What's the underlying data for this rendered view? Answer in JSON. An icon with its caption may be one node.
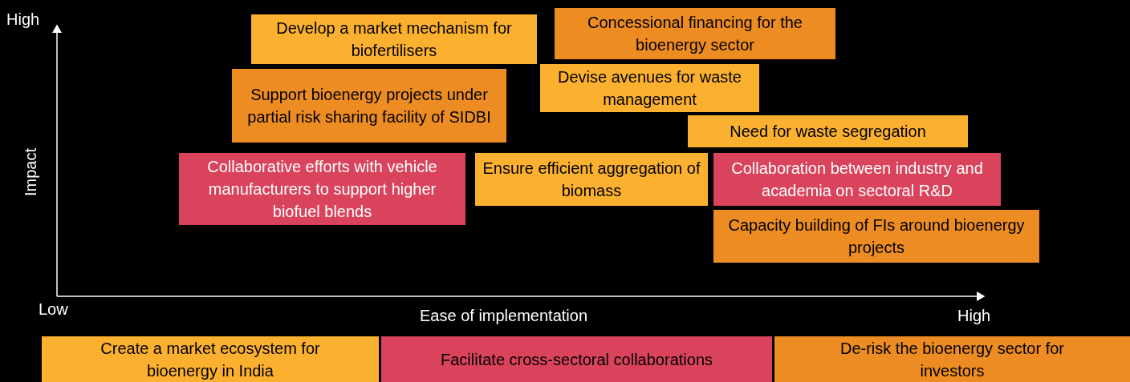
{
  "diagram": {
    "nodes": [
      {
        "text": [
          "Develop a market mechanism for biofertilisers"
        ]
      },
      {
        "text": [
          "Concessional financing for the bioenergy sector"
        ]
      },
      {
        "text": [
          "Support bioenergy projects under partial risk sharing facility of SIDBI"
        ]
      },
      {
        "text": [
          "Devise avenues for waste management"
        ]
      },
      {
        "text": [
          "Need for waste segregation"
        ]
      },
      {
        "text": [
          "Collaborative efforts with vehicle manufacturers to support higher biofuel blends"
        ]
      },
      {
        "text": [
          "Ensure efficient aggregation of biomass"
        ]
      },
      {
        "text": [
          "Collaboration between industry and academia on sectoral R&D"
        ]
      },
      {
        "text": [
          "Capacity building of FIs around bioenergy projects"
        ]
      }
    ],
    "edges": [],
    "labels": [
      "High",
      "Impact",
      "Low",
      "Ease of implementation",
      "High"
    ],
    "legend": [
      {
        "text": "Create a market ecosystem for bioenergy in India",
        "color": "#fbb12f"
      },
      {
        "text": "Facilitate cross-sectoral collaborations",
        "color": "#d9435b"
      },
      {
        "text": "De-risk the bioenergy sector for investors",
        "color": "#ec8c23"
      }
    ]
  }
}
